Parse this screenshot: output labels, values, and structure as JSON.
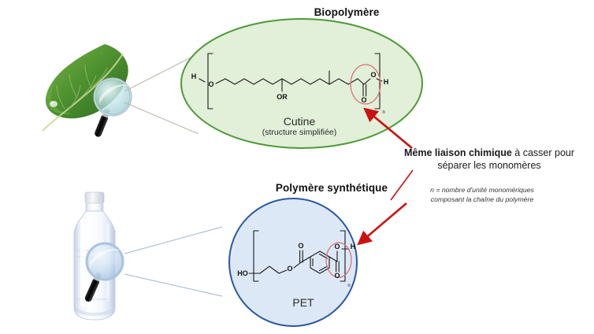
{
  "figure": {
    "background": "#ffffff",
    "kind": "scientific-diagram",
    "subject": "Comparaison biopolymere / polymere synthetique"
  },
  "sections": {
    "biopolymer": {
      "title": "Biopolymère",
      "shape": "ellipse",
      "fill": "#e2efd9",
      "stroke": "#4e9a37",
      "molecule_name": "Cutine",
      "molecule_subtitle": "(structure simplifiée)",
      "source_object": "leaf",
      "atoms": {
        "h_left": "H",
        "o_left": "O",
        "branch": "OR",
        "o_double": "O",
        "o_single": "O",
        "h_right": "H",
        "repeat_index": "n"
      }
    },
    "synthetic": {
      "title": "Polymère synthétique",
      "shape": "circle",
      "fill": "#dce8f6",
      "stroke": "#28589f",
      "molecule_name": "PET",
      "source_object": "plastic-bottle",
      "atoms": {
        "ho_left": "HO",
        "o_ester": "O",
        "o_carbonyl": "O",
        "o_double": "O",
        "o_single": "O",
        "h_right": "H",
        "repeat_index": "n"
      }
    }
  },
  "annotations": {
    "main_bold": "Même liaison chimique",
    "main_rest": " à casser pour séparer les monomères",
    "main_line1_bold": "Même liaison chimique",
    "main_line1_rest": " à casser pour",
    "main_line2": "séparer les monomères",
    "note_line1": "n = nombre d'unité monomériques",
    "note_line2": "composant la chaîne du polymère",
    "arrow_color": "#cc1111",
    "highlight_circle_color": "#d9737a"
  }
}
